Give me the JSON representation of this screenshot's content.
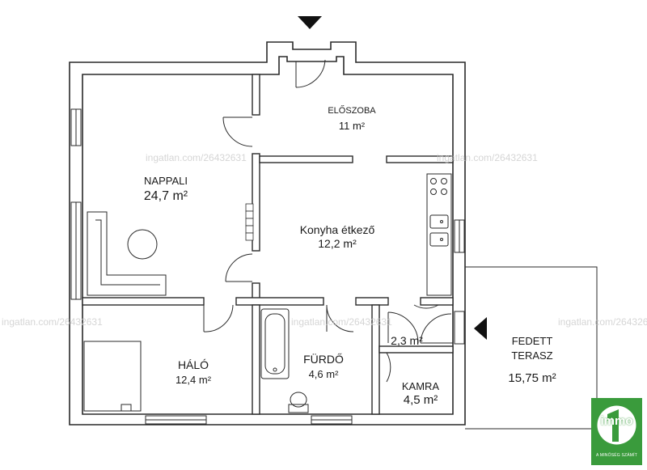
{
  "rooms": {
    "eloszoba": {
      "name": "ELŐSZOBA",
      "area": "11 m²"
    },
    "nappali": {
      "name": "NAPPALI",
      "area": "24,7 m²"
    },
    "konyha": {
      "name": "Konyha étkező",
      "area": "12,2 m²"
    },
    "halo": {
      "name": "HÁLÓ",
      "area": "12,4 m²"
    },
    "furdo": {
      "name": "FÜRDŐ",
      "area": "4,6 m²"
    },
    "hall": {
      "area": "2,3 m²"
    },
    "kamra": {
      "name": "KAMRA",
      "area": "4,5 m²"
    },
    "terasz": {
      "name_line1": "FEDETT",
      "name_line2": "TERASZ",
      "area": "15,75 m²"
    }
  },
  "watermark": "ingatlan.com/26432631",
  "logo": {
    "word": "immo",
    "tagline": "A MINŐSÉG SZÁMÍT"
  },
  "colors": {
    "wall_fill": "#ffffff",
    "wall_stroke": "#2a2a2a",
    "logo_green": "#3a9b3c"
  }
}
